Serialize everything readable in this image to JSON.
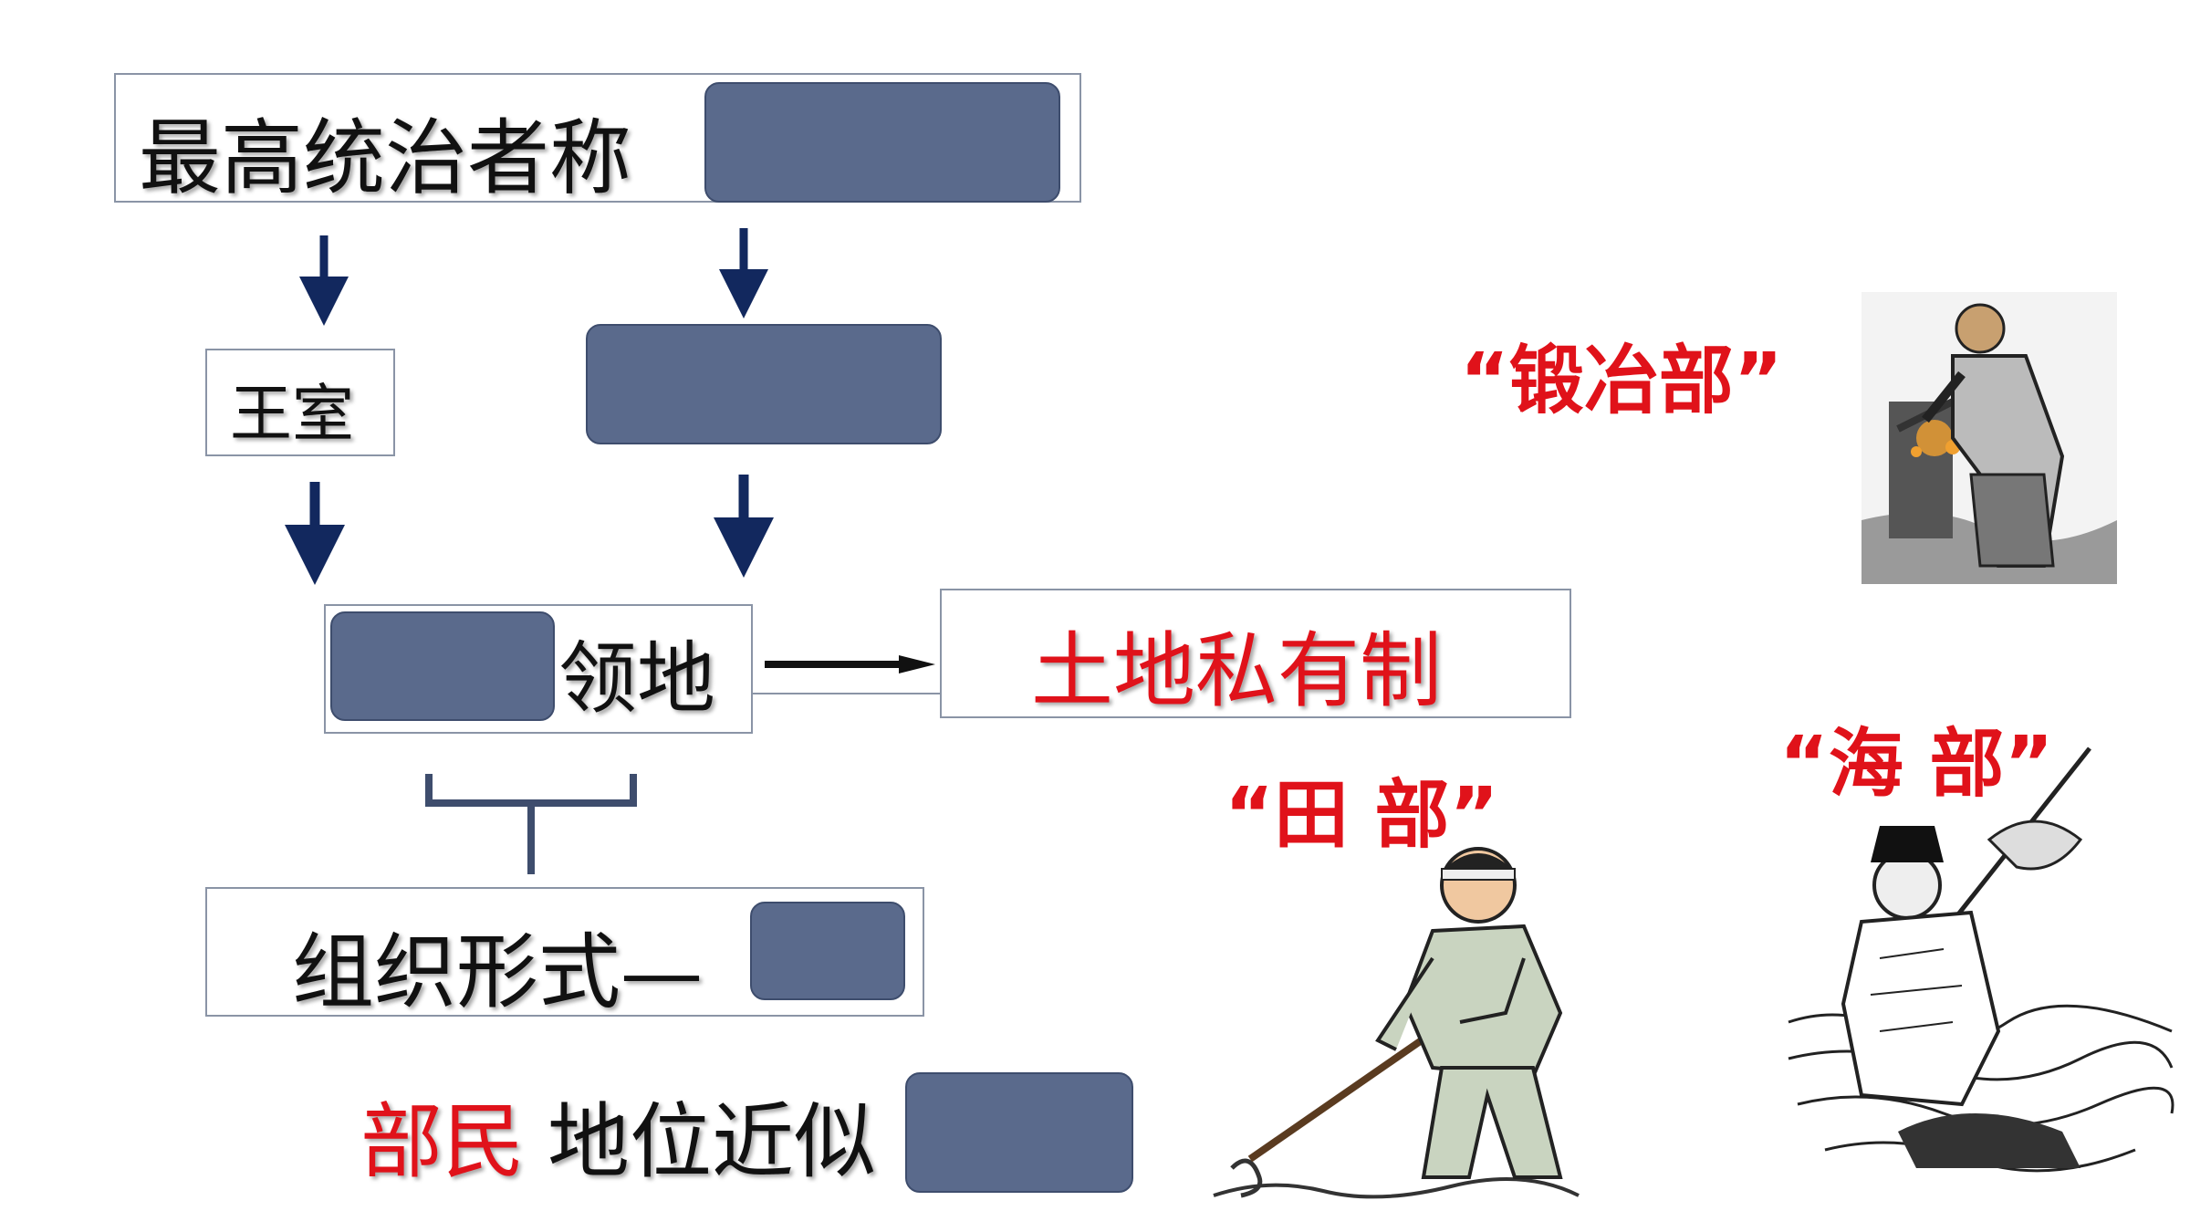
{
  "flow": {
    "ruler_title_label": "最高统治者称",
    "royal_house_label": "王室",
    "domain_suffix_label": "领地",
    "land_system_label": "土地私有制",
    "org_form_label": "组织形式—",
    "bumin_label": "部民",
    "status_label": "地位近似"
  },
  "captions": {
    "smith": "“锻冶部”",
    "field": "“田  部”",
    "sea": "“海  部”"
  },
  "colors": {
    "accent_red": "#e0121a",
    "mask_fill": "#5a6a8c",
    "arrow_navy": "#12285e"
  }
}
